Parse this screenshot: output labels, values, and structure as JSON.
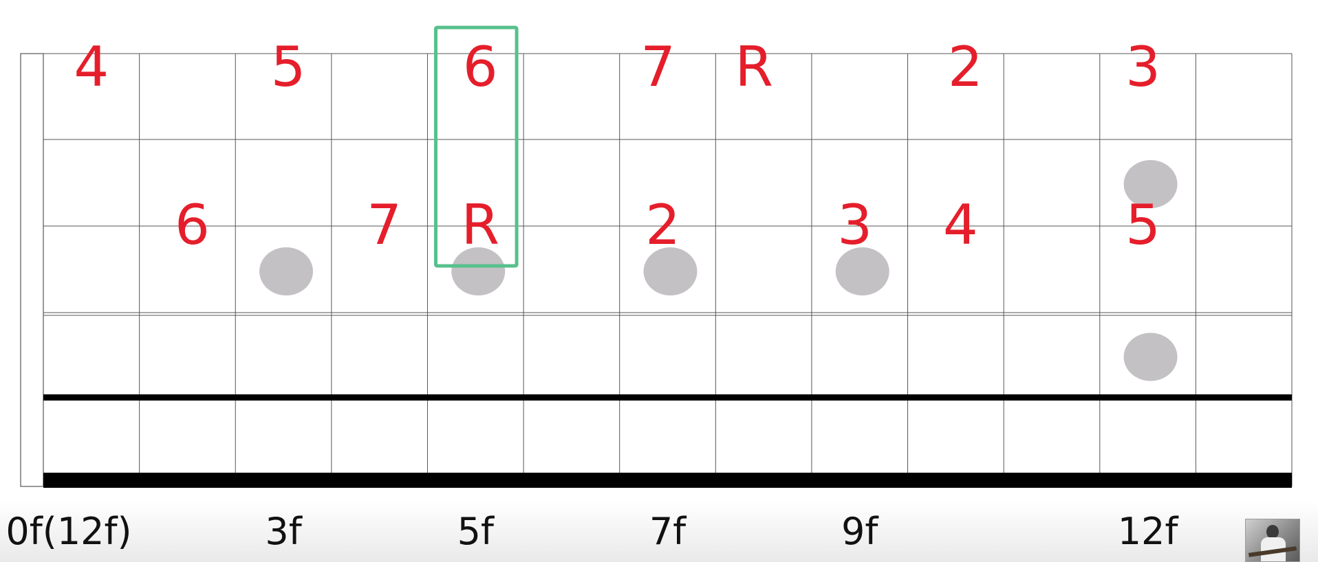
{
  "diagram": {
    "fret_count": 13,
    "string_count": 5,
    "colors": {
      "degree_text": "#e51e2b",
      "dot": "#c3c1c4",
      "highlight_box": "#57c08c",
      "grid_line": "#555555",
      "heavy_line": "#000000"
    },
    "degrees": [
      {
        "text": "4",
        "row": 0,
        "fret": 0.5
      },
      {
        "text": "5",
        "row": 0,
        "fret": 2.55
      },
      {
        "text": "6",
        "row": 0,
        "fret": 4.55
      },
      {
        "text": "7",
        "row": 0,
        "fret": 6.4
      },
      {
        "text": "R",
        "row": 0,
        "fret": 7.4
      },
      {
        "text": "2",
        "row": 0,
        "fret": 9.6
      },
      {
        "text": "3",
        "row": 0,
        "fret": 11.45
      },
      {
        "text": "6",
        "row": 1.85,
        "fret": 1.55
      },
      {
        "text": "7",
        "row": 1.85,
        "fret": 3.55
      },
      {
        "text": "R",
        "row": 1.85,
        "fret": 4.55
      },
      {
        "text": "2",
        "row": 1.85,
        "fret": 6.45
      },
      {
        "text": "3",
        "row": 1.85,
        "fret": 8.45
      },
      {
        "text": "4",
        "row": 1.85,
        "fret": 9.55
      },
      {
        "text": "5",
        "row": 1.85,
        "fret": 11.45
      }
    ],
    "dots": [
      {
        "fret": 2.5,
        "string": 2.5
      },
      {
        "fret": 4.5,
        "string": 2.5
      },
      {
        "fret": 6.5,
        "string": 2.5
      },
      {
        "fret": 8.5,
        "string": 2.5
      },
      {
        "fret": 11.5,
        "string": 1.5
      },
      {
        "fret": 11.5,
        "string": 3.5
      }
    ],
    "highlight": {
      "fret": 4
    }
  },
  "fret_labels": [
    {
      "text": "0f(12f)",
      "fret": 0.1
    },
    {
      "text": "3f",
      "fret": 2.5
    },
    {
      "text": "5f",
      "fret": 4.5
    },
    {
      "text": "7f",
      "fret": 6.5
    },
    {
      "text": "9f",
      "fret": 8.5
    },
    {
      "text": "12f",
      "fret": 11.5
    }
  ],
  "thumbnail": {
    "icon": "video-thumbnail-icon"
  }
}
